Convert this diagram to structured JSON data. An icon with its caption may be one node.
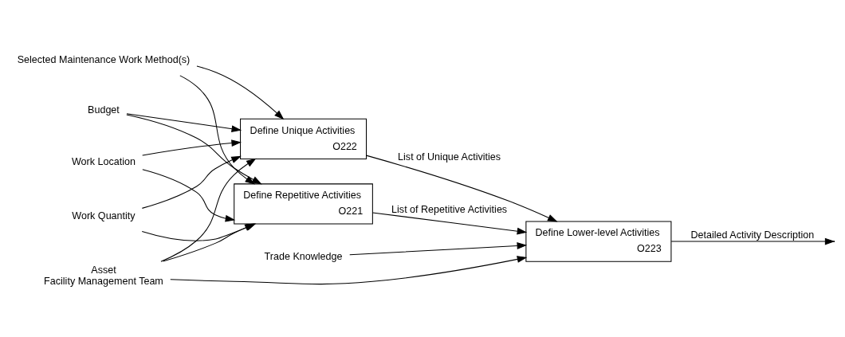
{
  "diagram": {
    "nodes": [
      {
        "text": [
          "Define Repetitive Activities",
          "O221"
        ]
      },
      {
        "text": [
          "Define Unique Activities",
          "O222"
        ]
      },
      {
        "text": [
          "Define Lower-level Activities",
          "O223"
        ]
      },
      {
        "text": [
          "Selected Maintenance Work Method(s)"
        ]
      },
      {
        "text": [
          "Work Quantity"
        ]
      },
      {
        "text": [
          "Work Location"
        ]
      },
      {
        "text": [
          "Budget"
        ]
      },
      {
        "text": [
          "Trade Knowledge"
        ]
      },
      {
        "text": [
          "Asset",
          "Facility Management Team"
        ]
      }
    ],
    "edges": [
      {
        "from": 3,
        "to": 0,
        "arrow": "to"
      },
      {
        "from": 3,
        "to": 1,
        "arrow": "to"
      },
      {
        "from": 4,
        "to": 0,
        "arrow": "to"
      },
      {
        "from": 4,
        "to": 1,
        "arrow": "to"
      },
      {
        "from": 5,
        "to": 0,
        "arrow": "to"
      },
      {
        "from": 5,
        "to": 1,
        "arrow": "to"
      },
      {
        "from": 6,
        "to": 0,
        "arrow": "to"
      },
      {
        "from": 6,
        "to": 1,
        "arrow": "to"
      },
      {
        "from": 0,
        "to": 2,
        "arrow": "to",
        "label": "List of Repetitive Activities"
      },
      {
        "from": 1,
        "to": 2,
        "arrow": "to",
        "label": "List of Unique Activities"
      },
      {
        "from": 7,
        "to": 2,
        "arrow": "to"
      },
      {
        "from": 2,
        "to": null,
        "arrow": "to",
        "label": "Detailed Activity Description"
      },
      {
        "from": 8,
        "to": 0,
        "arrow": "to"
      },
      {
        "from": 8,
        "to": 1,
        "arrow": "to"
      },
      {
        "from": 8,
        "to": 2,
        "arrow": "to"
      }
    ]
  }
}
